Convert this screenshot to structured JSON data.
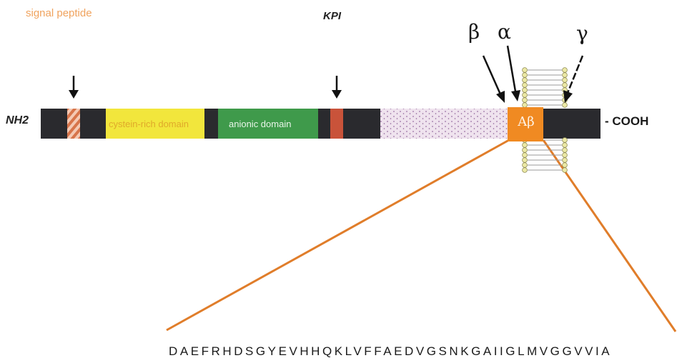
{
  "labels": {
    "signal_peptide": "signal peptide",
    "kpi": "KPI",
    "nh2": "NH2",
    "cooh": "- COOH",
    "beta": "β",
    "alpha": "α",
    "gamma": "γ",
    "ab": "Aβ"
  },
  "domains": {
    "cysteine": "cystein-rich domain",
    "anionic": "anionic domain"
  },
  "sequence": "DAEFRHDSGYEVHHQKLVFFAEDVGSNKGAIIGLMVGGVVIA",
  "colors": {
    "backbone": "#2a2a2e",
    "signal_peptide": "#d7744a",
    "cysteine_domain": "#f2e63c",
    "anionic_domain": "#3f9a4b",
    "kpi_site": "#c9533a",
    "glyco_region": "#efe3ee",
    "ab_block": "#f08a22",
    "membrane_lipid": "#ece9a6",
    "orange_line": "#e07d2a"
  }
}
